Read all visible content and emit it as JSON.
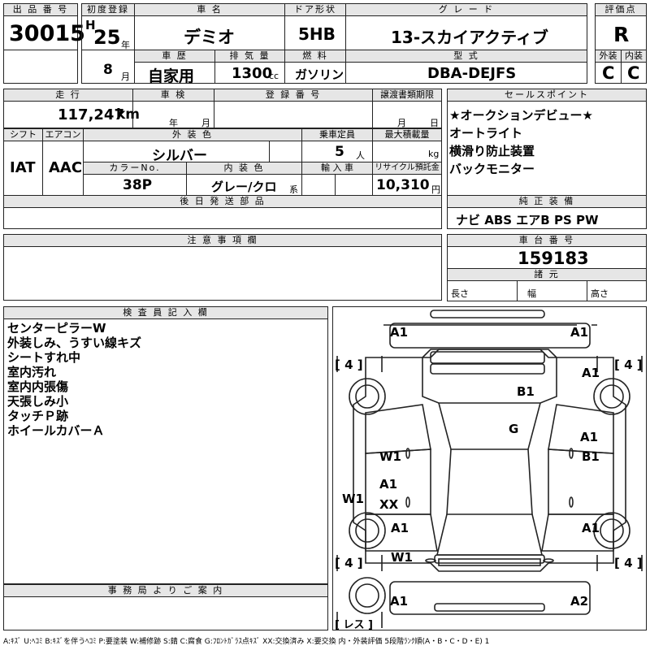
{
  "header": {
    "lot_no_label": "出 品 番 号",
    "lot_no": "30015",
    "first_reg_label": "初度登録",
    "era_letter": "H",
    "year": "25",
    "year_unit": "年",
    "month": "8",
    "month_unit": "月",
    "car_name_label": "車 名",
    "car_name": "デミオ",
    "door_label": "ドア形状",
    "door": "5HB",
    "grade_label": "グ レ ー ド",
    "grade": "13-スカイアクティブ",
    "score_label": "評価点",
    "score": "R",
    "history_label": "車 歴",
    "history": "自家用",
    "displacement_label": "排 気 量",
    "displacement": "1300",
    "displacement_unit": "cc",
    "fuel_label": "燃 料",
    "fuel": "ガソリン",
    "model_label": "型 式",
    "model": "DBA-DEJFS",
    "exterior_label": "外装",
    "exterior": "C",
    "interior_label": "内装",
    "interior": "C"
  },
  "row2": {
    "mileage_label": "走 行",
    "mileage": "117,247",
    "mileage_unit": "km",
    "inspection_label": "車 検",
    "insp_year_unit": "年",
    "insp_month_unit": "月",
    "reg_no_label": "登 録 番 号",
    "transfer_label": "譲渡書類期限",
    "transfer_month_unit": "月",
    "transfer_day_unit": "日",
    "shift_label": "シフト",
    "shift": "IAT",
    "ac_label": "エアコン",
    "ac": "AAC",
    "ext_color_label": "外 装 色",
    "ext_color": "シルバー",
    "capacity_label": "乗車定員",
    "capacity": "5",
    "capacity_unit": "人",
    "max_load_label": "最大積載量",
    "max_load_unit": "kg",
    "color_no_label": "カラーNo.",
    "color_no": "38P",
    "int_color_label": "内 装 色",
    "int_color": "グレー/クロ",
    "int_color_unit": "系",
    "import_label": "輸 入 車",
    "recycle_label": "リサイクル預託金",
    "recycle": "10,310",
    "recycle_unit": "円",
    "later_parts_label": "後 日 発 送 部 品"
  },
  "sales": {
    "label": "セールスポイント",
    "lines": [
      "★オークションデビュー★",
      "オートライト",
      "横滑り防止装置",
      "バックモニター"
    ]
  },
  "equipment": {
    "label": "純 正 装 備",
    "items": "ナビ ABS エアB PS PW"
  },
  "notes": {
    "label": "注 意 事 項 欄"
  },
  "chassis": {
    "label": "車 台 番 号",
    "number": "159183",
    "specs_label": "諸 元",
    "length_label": "長さ",
    "width_label": "幅",
    "height_label": "高さ"
  },
  "inspector": {
    "label": "検 査 員 記 入 欄",
    "lines": [
      "センターピラーW",
      "外装しみ、うすい線キズ",
      "シートすれ中",
      "室内汚れ",
      "室内内張傷",
      "天張しみ小",
      "タッチＰ跡",
      "ホイールカバーＡ"
    ]
  },
  "office": {
    "label": "事 務 局 よ り ご 案 内"
  },
  "diagram": {
    "marks": [
      "A1",
      "A1",
      "[ 4 ]",
      "[ 4 ]",
      "A1",
      "B1",
      "G",
      "A1",
      "B1",
      "W1",
      "A1",
      "XX",
      "W1",
      "A1",
      "A1",
      "W1",
      "[ 4 ]",
      "[ 4 ]",
      "A1",
      "A2",
      "[ レス ]"
    ]
  },
  "legend": "A:ｷｽﾞ U:ﾍｺﾐ B:ｷｽﾞを伴うﾍｺﾐ P:要塗装 W:補修跡 S:錆 C:腐食 G:ﾌﾛﾝﾄｶﾞﾗｽ点ｷｽﾞ XX:交換済み X:要交換 内・外装評価 5段階ﾗﾝｸ順(A・B・C・D・E) 1"
}
